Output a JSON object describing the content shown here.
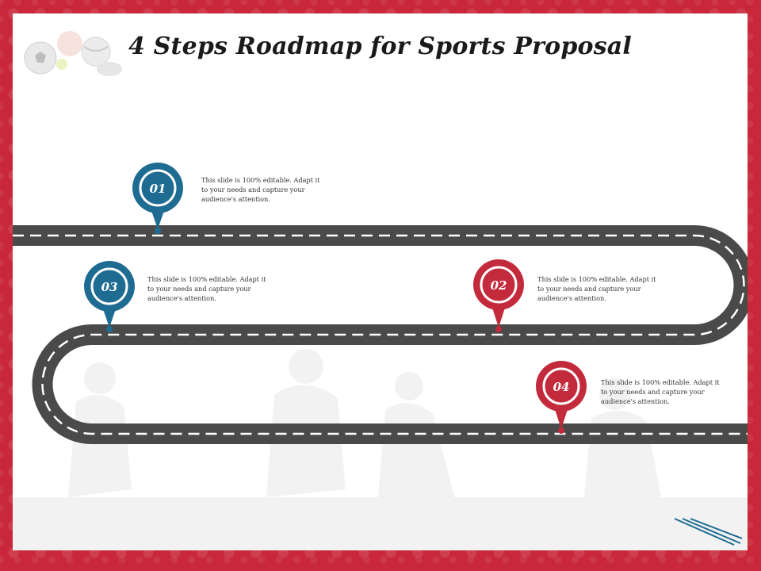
{
  "title": "4 Steps Roadmap for Sports Proposal",
  "colors": {
    "frame": "#c8283a",
    "road": "#4a4a4a",
    "blue_marker": "#1f6c93",
    "red_marker": "#c32a3c"
  },
  "steps": [
    {
      "number": "01",
      "text": "This slide is 100% editable. Adapt it to your needs and capture your audience's attention.",
      "color": "blue"
    },
    {
      "number": "02",
      "text": "This slide is 100% editable. Adapt it to your needs and capture your audience's attention.",
      "color": "red"
    },
    {
      "number": "03",
      "text": "This slide is 100% editable. Adapt it to your needs and capture your audience's attention.",
      "color": "blue"
    },
    {
      "number": "04",
      "text": "This slide is 100% editable. Adapt it to your needs and capture your audience's attention.",
      "color": "red"
    }
  ],
  "icons": [
    "sports-balls-icon",
    "road-icon",
    "location-pin-icon",
    "decorative-lines-icon"
  ]
}
